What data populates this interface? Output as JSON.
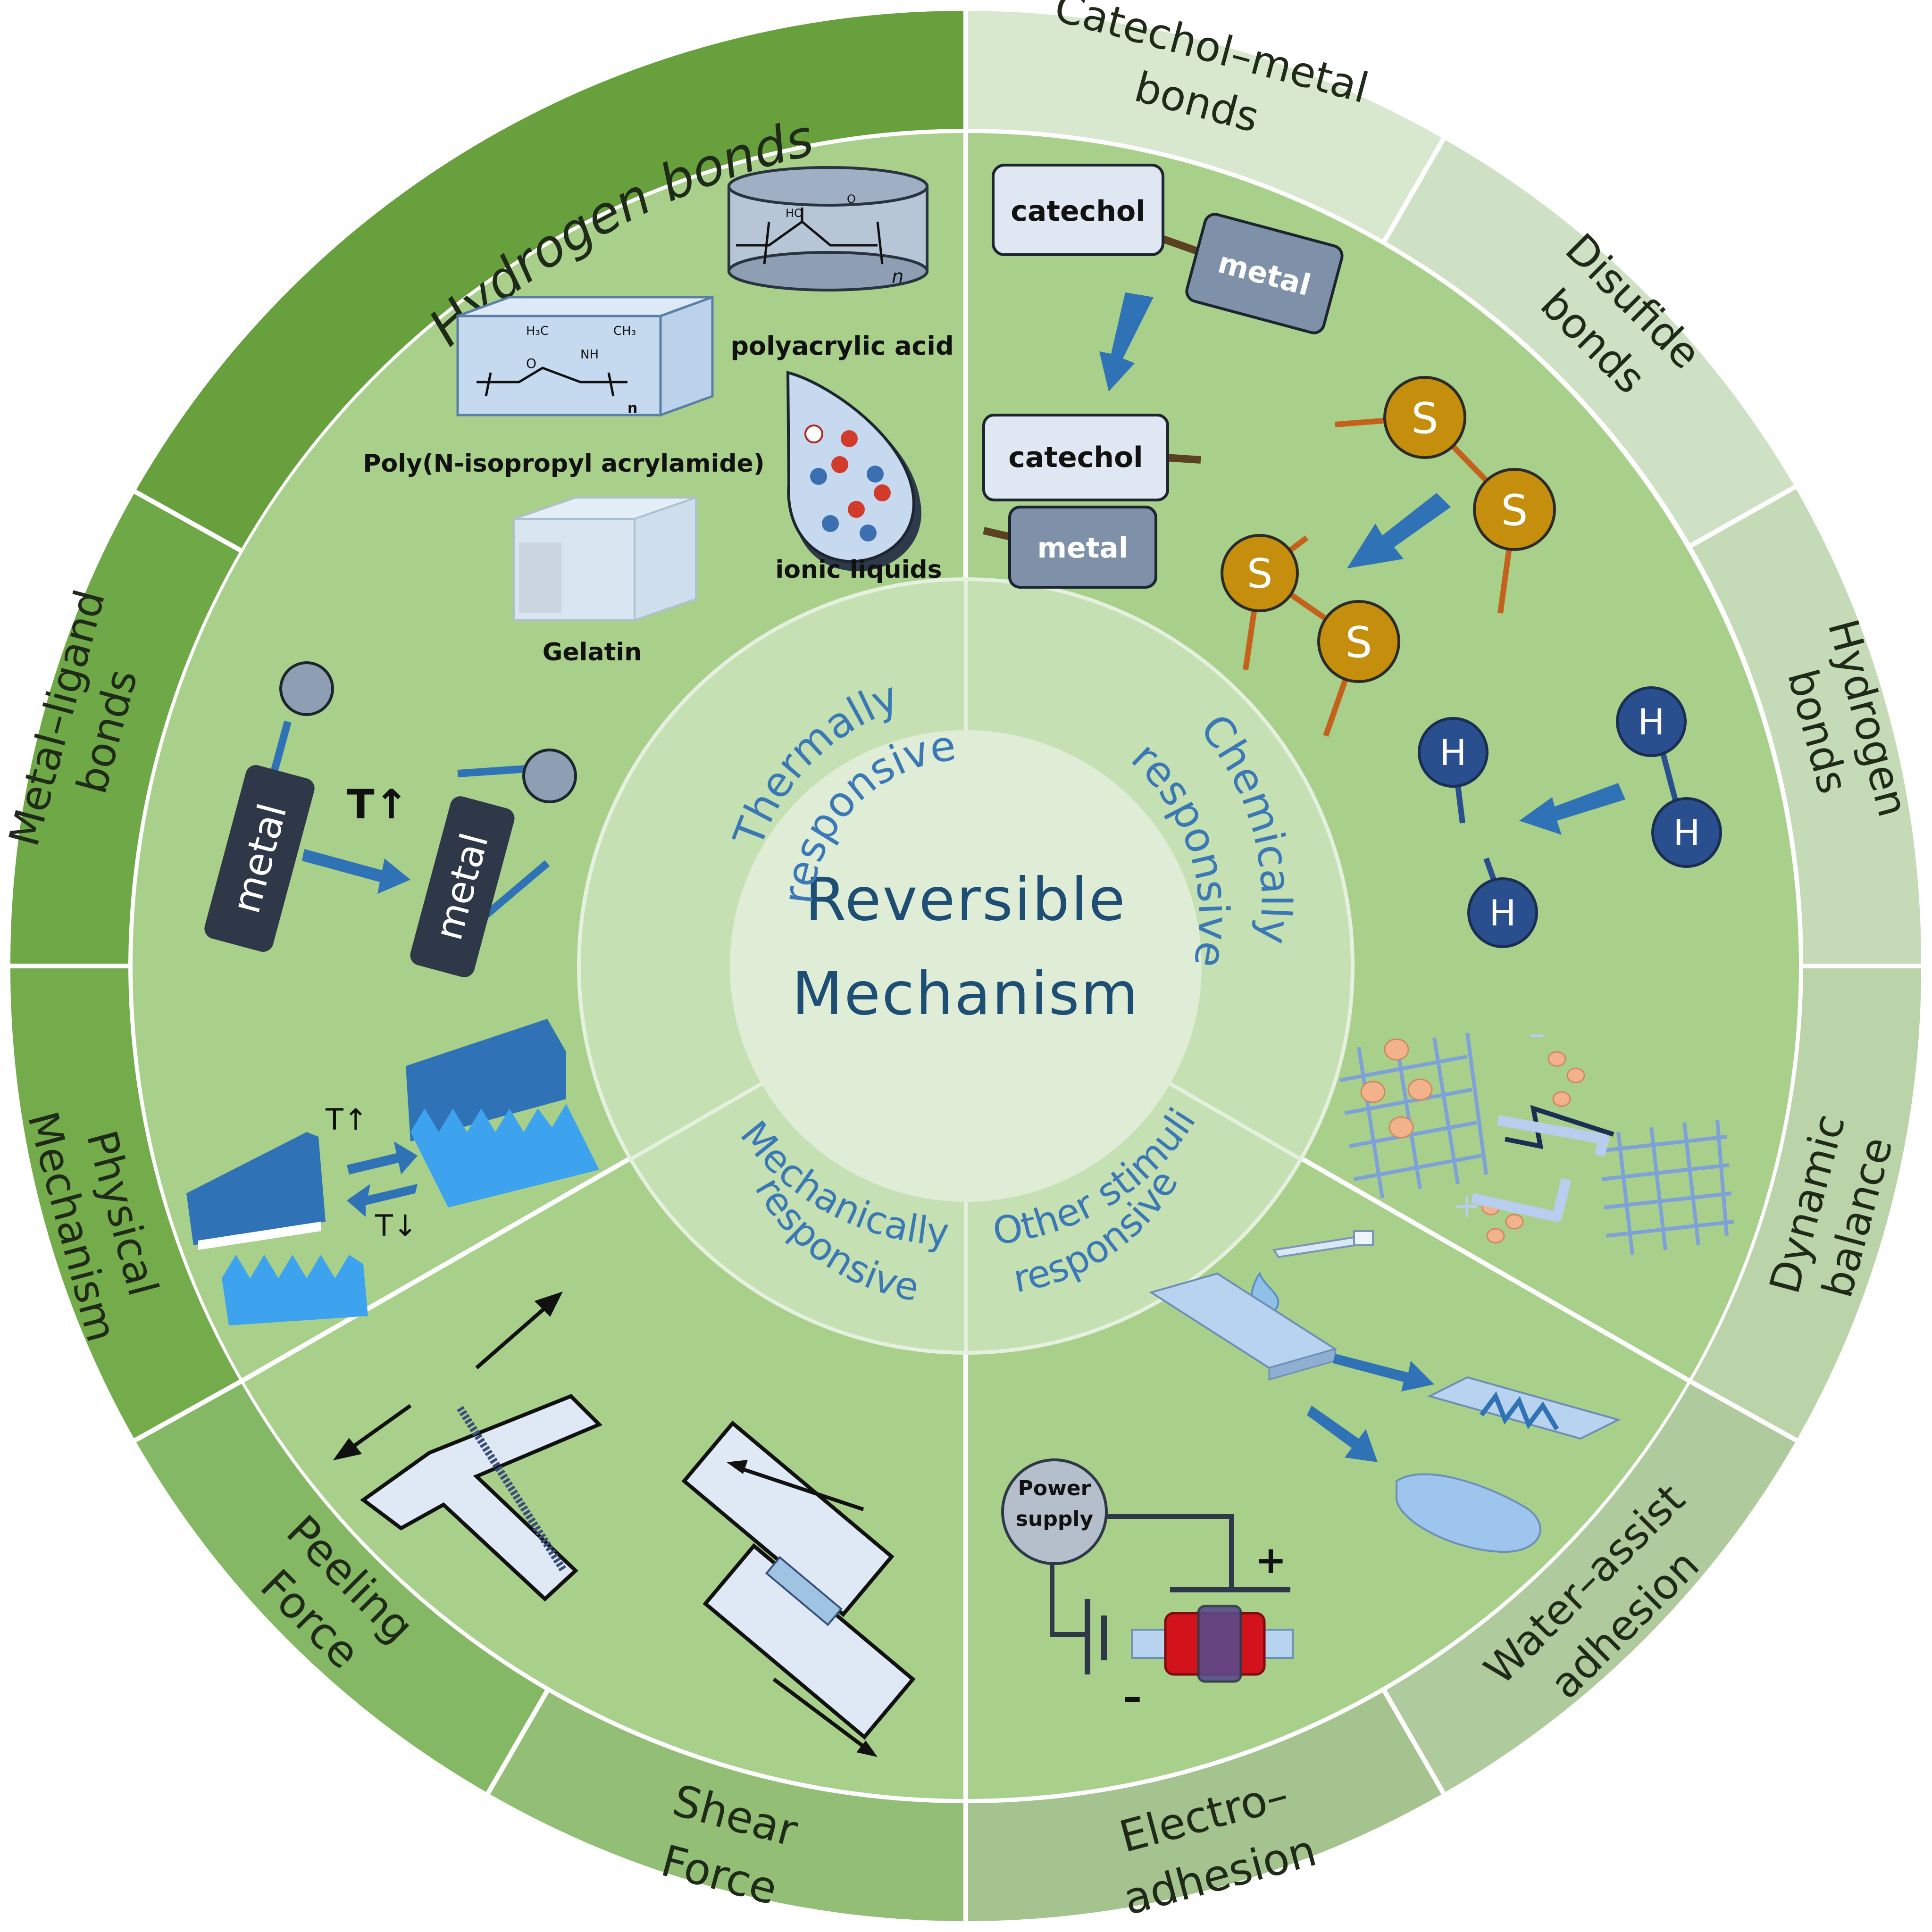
{
  "center": {
    "line1": "Reversible",
    "line2": "Mechanism"
  },
  "categories": {
    "thermal": {
      "line1": "Thermally",
      "line2": "responsive"
    },
    "chemical": {
      "line1": "Chemically",
      "line2": "responsive"
    },
    "mechanical": {
      "line1": "Mechanically",
      "line2": "responsive"
    },
    "other": {
      "line1": "Other stimuli",
      "line2": "responsive"
    }
  },
  "outer_ring": {
    "hydrogen_bonds_left": "Hydrogen bonds",
    "metal_ligand": {
      "line1": "Metal–ligand",
      "line2": "bonds"
    },
    "physical": {
      "line1": "Physical",
      "line2": "Mechanism"
    },
    "peeling": {
      "line1": "Peeling",
      "line2": "Force"
    },
    "shear": {
      "line1": "Shear",
      "line2": "Force"
    },
    "electro": {
      "line1": "Electro–",
      "line2": "adhesion"
    },
    "water": {
      "line1": "Water–assist",
      "line2": "adhesion"
    },
    "dynamic": {
      "line1": "Dynamic",
      "line2": "balance"
    },
    "hydrogen_right": {
      "line1": "Hydrogen",
      "line2": "bonds"
    },
    "disulfide": {
      "line1": "Disufide",
      "line2": "bonds"
    },
    "catechol_metal": {
      "line1": "Catechol–metal",
      "line2": "bonds"
    }
  },
  "thermal_panel": {
    "paa": "polyacrylic acid",
    "pnipam": "Poly(N-isopropyl acrylamide)",
    "ionic": "ionic liquids",
    "gelatin": "Gelatin",
    "chem_ho": "HO",
    "chem_o": "O",
    "chem_n": "n",
    "chem_h3c": "H₃C",
    "chem_ch3": "CH₃",
    "chem_nh": "NH",
    "metal1": "metal",
    "metal2": "metal",
    "t_up": "T↑",
    "phys_t_up": "T↑",
    "phys_t_down": "T↓"
  },
  "chemical_panel": {
    "catechol1": "catechol",
    "metal1": "metal",
    "catechol2": "catechol",
    "metal2": "metal",
    "s": "S",
    "h": "H",
    "plus": "+",
    "minus": "–"
  },
  "other_panel": {
    "power": {
      "line1": "Power",
      "line2": "supply"
    },
    "plus": "+",
    "minus": "–"
  },
  "colors": {
    "background": "#ffffff",
    "left_ring_dark": "#67a03c",
    "left_ring": "#7ab154",
    "left_ring_lower": "#88ba66",
    "left_ring_shear": "#93bf76",
    "right_ring": "#d9e9d0",
    "right_ring_2": "#cfe2c3",
    "right_ring_3": "#c3d9b3",
    "right_ring_4": "#b7d0a3",
    "right_ring_5": "#acc796",
    "right_ring_6": "#a2c18a",
    "middle_disc": "#a8d08b",
    "category_ring": "#c5e0b2",
    "center_disc": "#dfedd6",
    "center_text": "#1e4e74",
    "category_text": "#3a78b6",
    "arrow_blue": "#3876b8",
    "metal_box": "#2f3848",
    "sulfur": "#c58f0d",
    "hydrogen": "#2a4f8f"
  }
}
